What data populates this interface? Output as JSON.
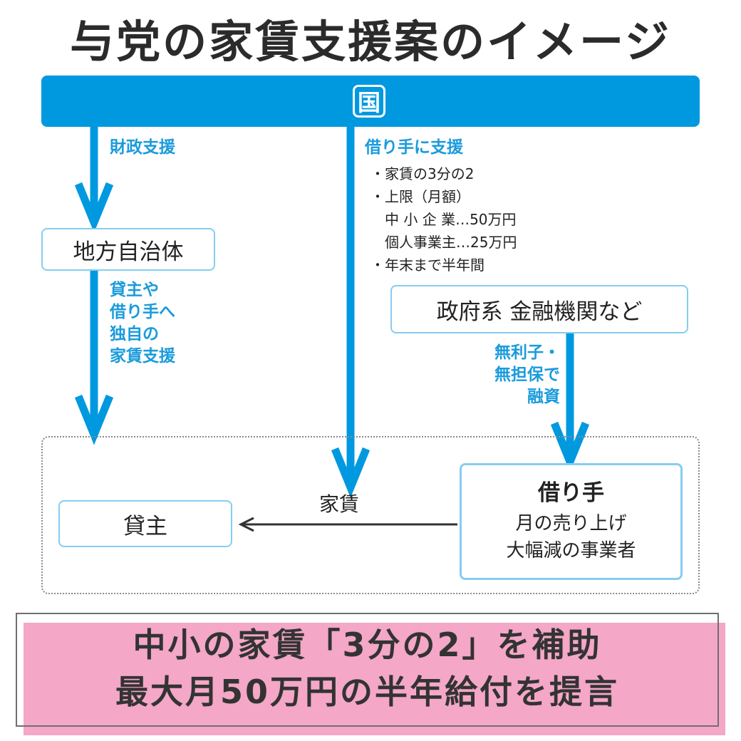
{
  "title": "与党の家賃支援案のイメージ",
  "colors": {
    "primary_blue": "#0099e0",
    "label_blue": "#1a9bdc",
    "box_border": "#85cdf0",
    "banner_pink": "#f4a7c7"
  },
  "nodes": {
    "kuni": "国",
    "local_gov": "地方自治体",
    "gov_finance": "政府系 金融機関など",
    "landlord": "貸主",
    "borrower": {
      "title": "借り手",
      "desc_line1": "月の売り上げ",
      "desc_line2": "大幅減の事業者"
    }
  },
  "edges": {
    "fiscal_support": "財政支援",
    "local_support": [
      "貸主や",
      "借り手へ",
      "独自の",
      "家賃支援"
    ],
    "borrower_support": "借り手に支援",
    "loan": [
      "無利子・",
      "無担保で",
      "融資"
    ],
    "rent": "家賃"
  },
  "details": [
    "・家賃の3分の2",
    "・上限（月額）",
    "　中 小 企 業…50万円",
    "　個人事業主…25万円",
    "・年末まで半年間"
  ],
  "banner": {
    "line1": "中小の家賃「3分の2」を補助",
    "line2": "最大月50万円の半年給付を提言"
  }
}
